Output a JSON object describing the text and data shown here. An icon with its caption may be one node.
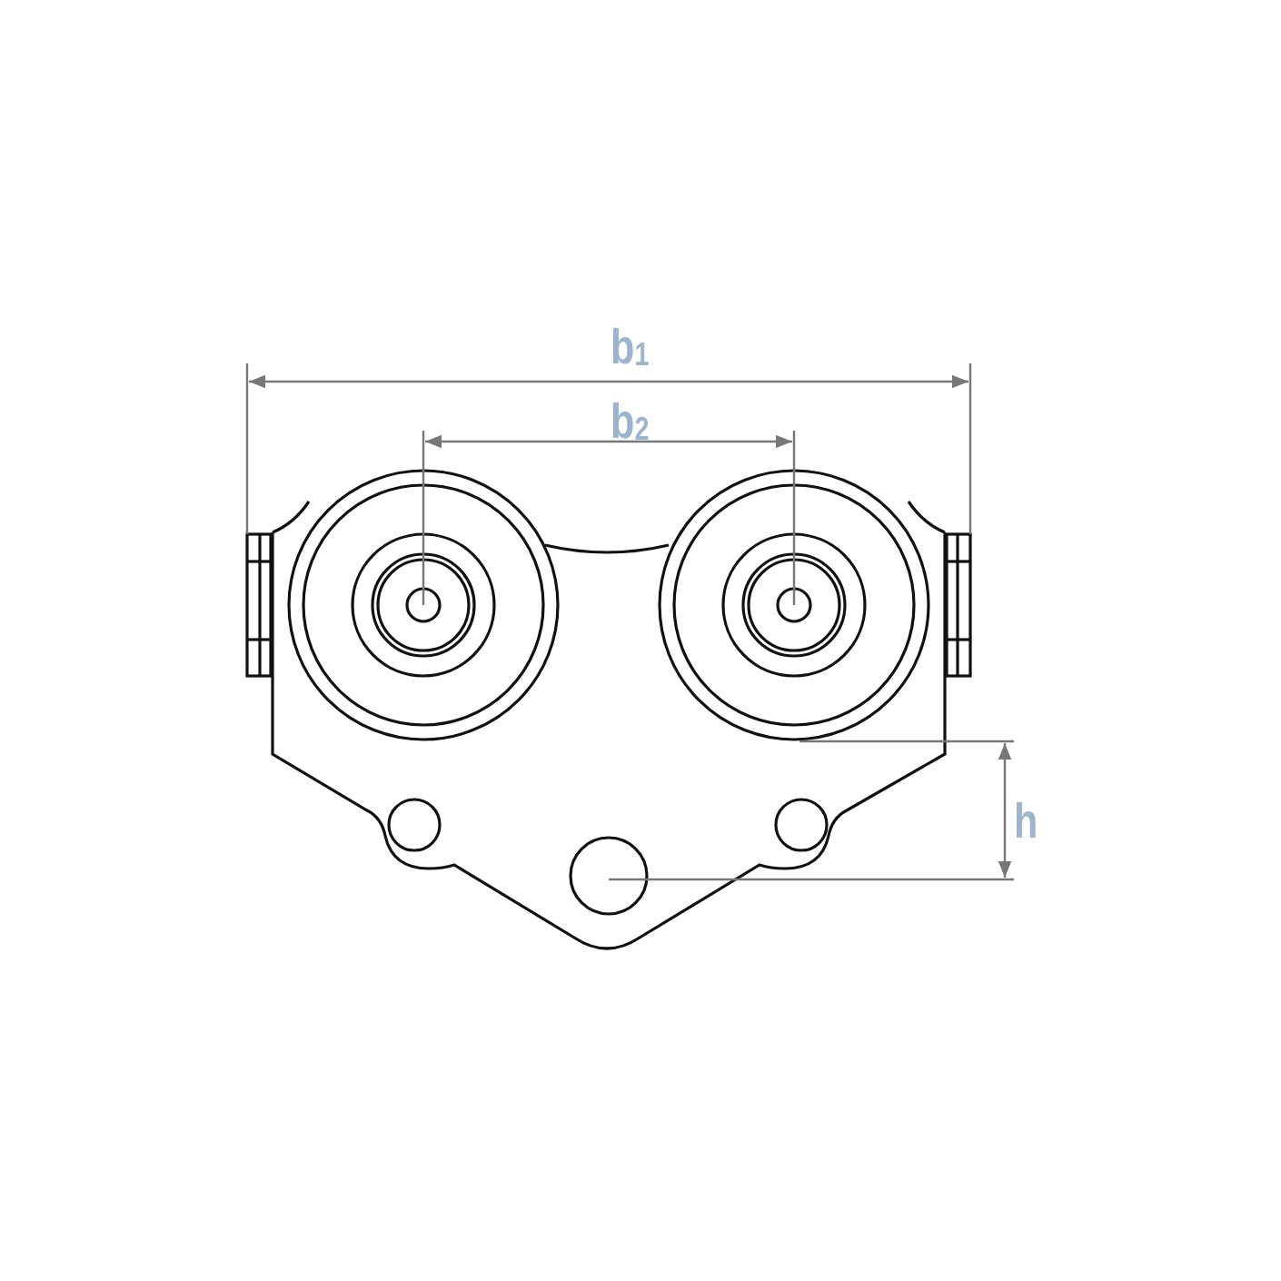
{
  "diagram": {
    "labels": [
      "b$_{1}$",
      "b$_{2}$",
      "h"
    ]
  }
}
